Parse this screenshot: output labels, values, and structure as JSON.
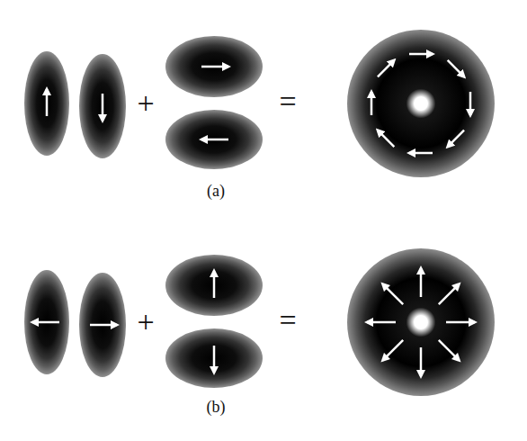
{
  "diagram": {
    "labels": [
      "+",
      "=",
      "(a)",
      "+",
      "=",
      "(b)"
    ]
  }
}
